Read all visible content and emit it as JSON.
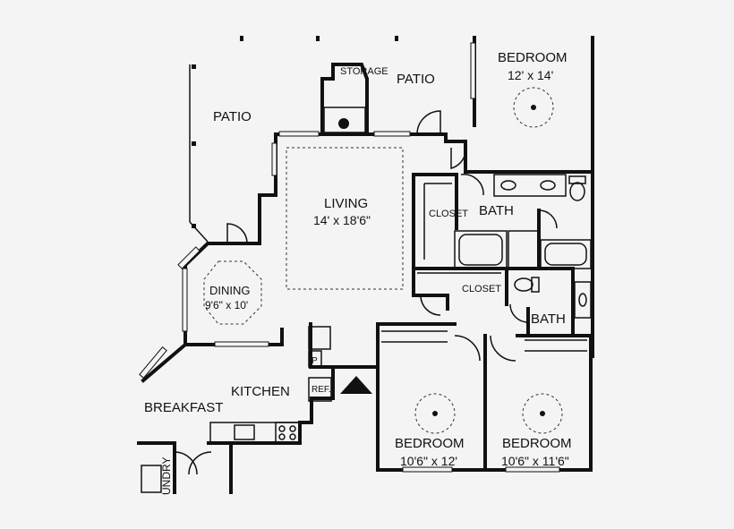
{
  "rooms": {
    "patio_left": "PATIO",
    "patio_top": "PATIO",
    "storage": "STORAGE",
    "living_name": "LIVING",
    "living_size": "14' x 18'6\"",
    "bedroom_top_name": "BEDROOM",
    "bedroom_top_size": "12' x 14'",
    "closet_1": "CLOSET",
    "bath_1": "BATH",
    "closet_2": "CLOSET",
    "bath_2": "BATH",
    "dining_name": "DINING",
    "dining_size": "9'6\" x 10'",
    "kitchen": "KITCHEN",
    "breakfast": "BREAKFAST",
    "pantry": "P",
    "refrigerator": "REF.",
    "bedroom_mid_name": "BEDROOM",
    "bedroom_mid_size": "10'6\" x 12'",
    "bedroom_right_name": "BEDROOM",
    "bedroom_right_size": "10'6\" x 11'6\"",
    "laundry_partial": "UNDRY"
  },
  "colors": {
    "background": "#f4f4f4",
    "wall": "#111111"
  },
  "icons": [
    "fireplace-icon",
    "ceiling-fan-icon",
    "entry-arrow-icon",
    "toilet-icon",
    "bathtub-icon",
    "sink-icon",
    "stove-icon"
  ]
}
